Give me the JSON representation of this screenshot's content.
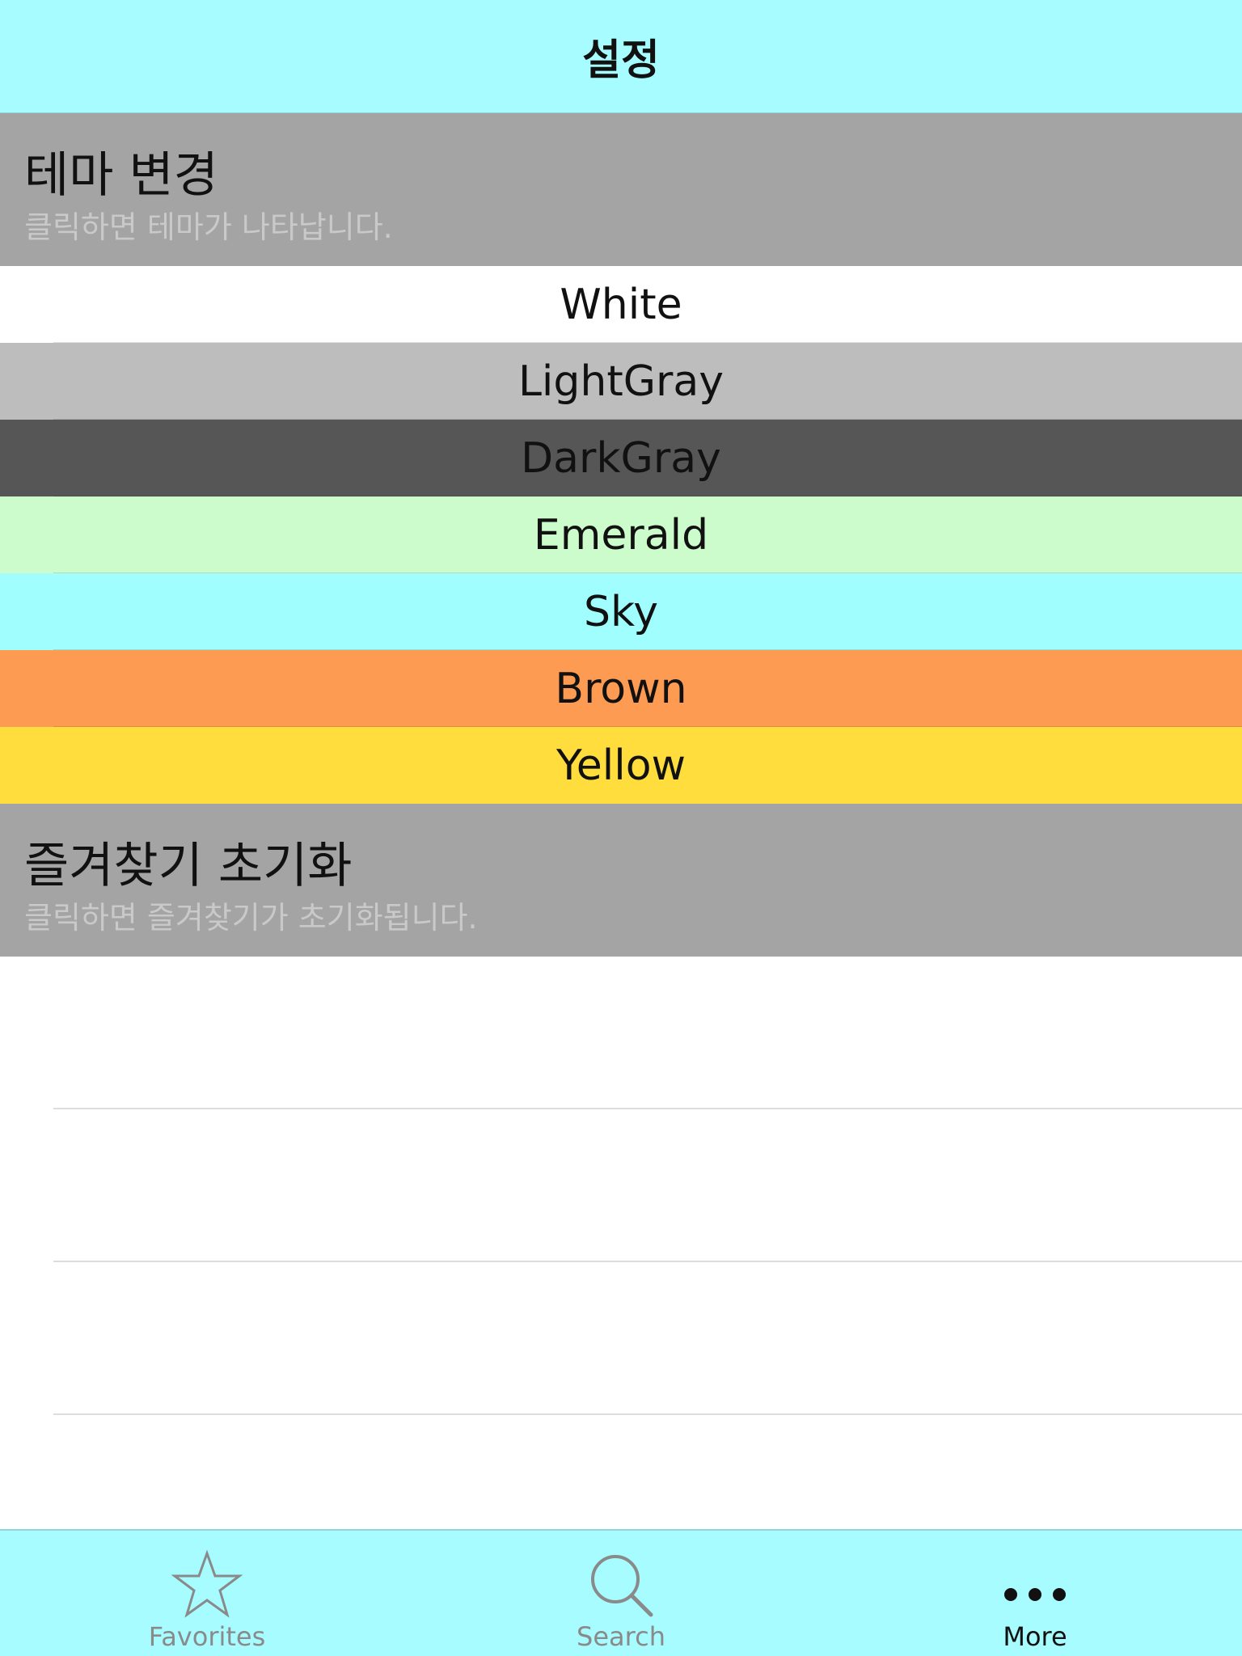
{
  "navbar": {
    "title": "설정"
  },
  "theme_section": {
    "title": "테마 변경",
    "subtitle": "클릭하면 테마가 나타납니다."
  },
  "themes": [
    {
      "label": "White",
      "color": "#ffffff"
    },
    {
      "label": "LightGray",
      "color": "#bdbdbd"
    },
    {
      "label": "DarkGray",
      "color": "#565656"
    },
    {
      "label": "Emerald",
      "color": "#ccfccc"
    },
    {
      "label": "Sky",
      "color": "#a0feff"
    },
    {
      "label": "Brown",
      "color": "#fe9b52"
    },
    {
      "label": "Yellow",
      "color": "#ffdd3d"
    }
  ],
  "favorites_section": {
    "title": "즐겨찾기 초기화",
    "subtitle": "클릭하면 즐겨찾기가 초기화됩니다."
  },
  "tabbar": {
    "tabs": [
      {
        "label": "Favorites",
        "icon": "star-icon"
      },
      {
        "label": "Search",
        "icon": "search-icon"
      },
      {
        "label": "More",
        "icon": "more-icon"
      }
    ],
    "active_index": 2
  },
  "colors": {
    "accent_bar": "#a6fcff",
    "section_header": "#a4a4a4"
  }
}
